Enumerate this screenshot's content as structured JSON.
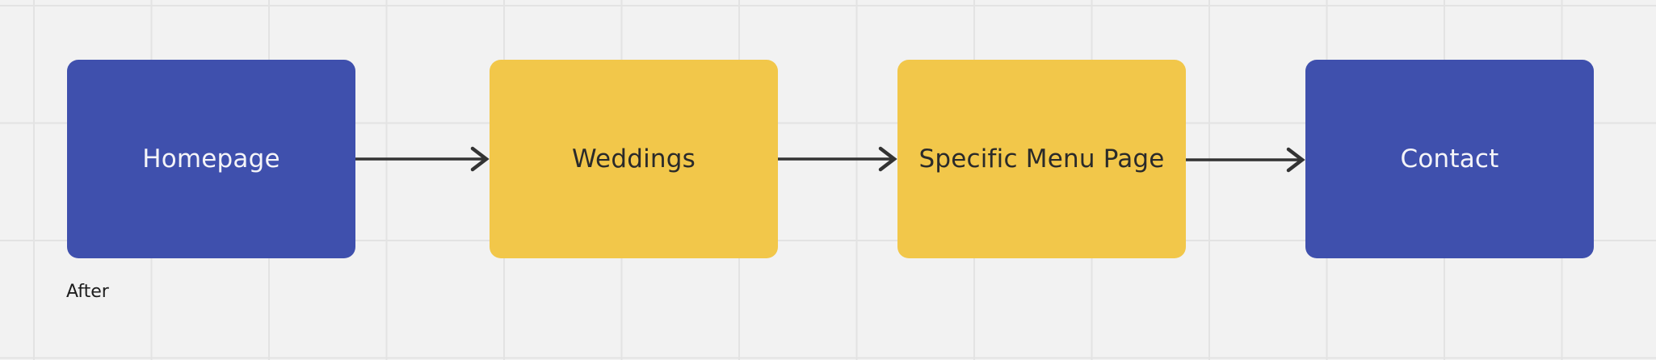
{
  "diagram": {
    "nodes": [
      {
        "id": "node-1",
        "label": "Homepage",
        "color": "#3f50ad"
      },
      {
        "id": "node-2",
        "label": "Weddings",
        "color": "#f2c74a"
      },
      {
        "id": "node-3",
        "label": "Specific Menu Page",
        "color": "#f2c74a"
      },
      {
        "id": "node-4",
        "label": "Contact",
        "color": "#3f50ad"
      }
    ],
    "edges": [
      {
        "from": "node-1",
        "to": "node-2"
      },
      {
        "from": "node-2",
        "to": "node-3"
      },
      {
        "from": "node-3",
        "to": "node-4"
      }
    ],
    "caption": "After",
    "colors": {
      "canvas": "#f2f2f2",
      "grid": "#e3e3e3",
      "arrow": "#333333"
    }
  }
}
